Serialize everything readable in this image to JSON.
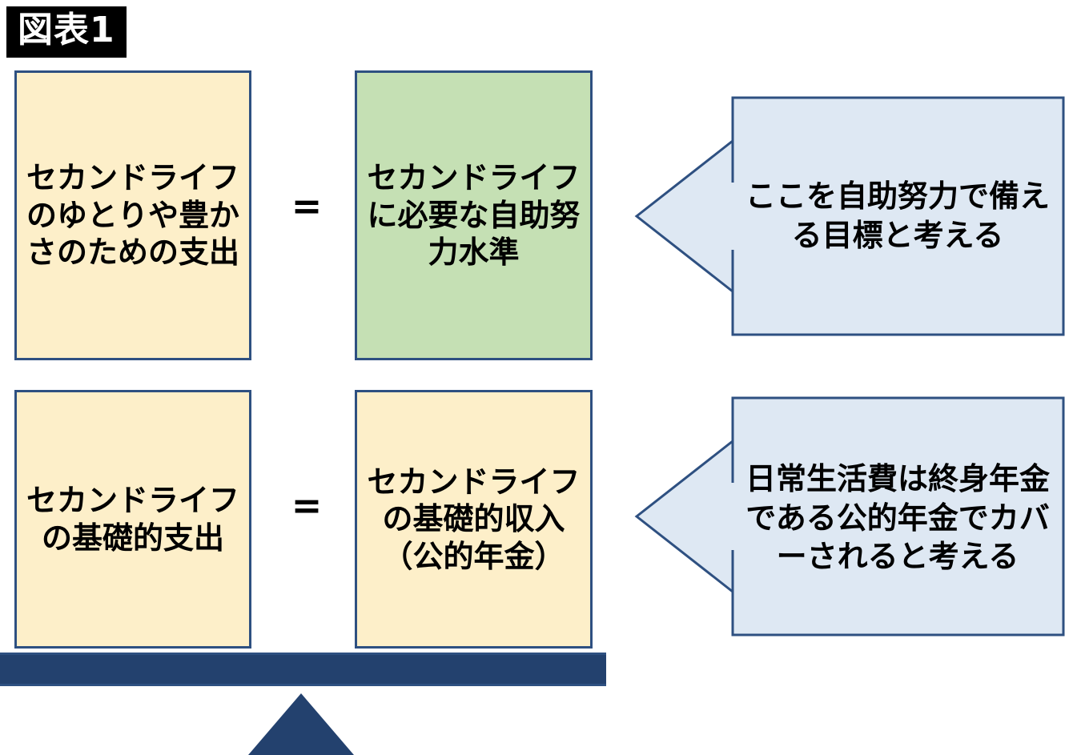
{
  "figure": {
    "tag_label": "図表1",
    "colors": {
      "cream_fill": "#FDEFC9",
      "green_fill": "#C5E0B4",
      "callout_fill": "#DEE8F3",
      "border_blue": "#2E5081",
      "beam_navy": "#23416E",
      "tag_background": "#000000",
      "tag_text": "#FFFFFF"
    }
  },
  "scale": {
    "rows": [
      {
        "left_box": {
          "label": "セカンドライフのゆとりや豊かさのための支出",
          "fill": "cream"
        },
        "operator": "=",
        "right_box": {
          "label": "セカンドライフに必要な自助努力水準",
          "fill": "green"
        },
        "callout": {
          "label": "ここを自助努力で備える目標と考える"
        }
      },
      {
        "left_box": {
          "label": "セカンドライフの基礎的支出",
          "fill": "cream"
        },
        "operator": "=",
        "right_box": {
          "label": "セカンドライフの基礎的収入（公的年金）",
          "fill": "cream"
        },
        "callout": {
          "label": "日常生活費は終身年金である公的年金でカバーされると考える"
        }
      }
    ],
    "beam": {
      "name": "balance-beam"
    },
    "fulcrum": {
      "name": "balance-fulcrum-triangle"
    }
  }
}
